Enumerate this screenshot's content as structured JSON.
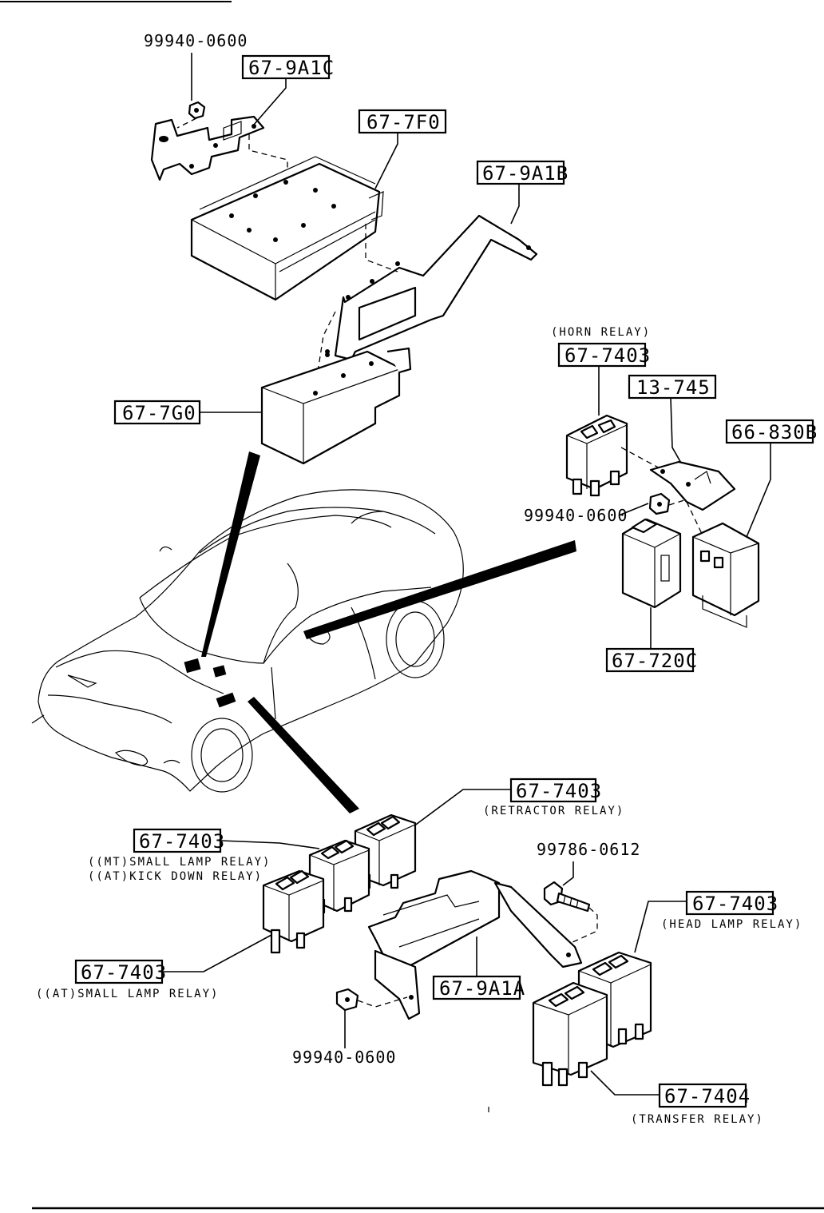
{
  "labels": {
    "nut_top": "99940-0600",
    "bracket_9a1c": "67-9A1C",
    "box_7f0": "67-7F0",
    "bracket_9a1b": "67-9A1B",
    "box_7g0": "67-7G0",
    "horn_relay_caption": "(HORN RELAY)",
    "horn_relay": "67-7403",
    "bracket_13745": "13-745",
    "unit_830b": "66-830B",
    "nut_right": "99940-0600",
    "unit_720c": "67-720C",
    "retractor_relay": "67-7403",
    "retractor_relay_caption": "(RETRACTOR RELAY)",
    "small_kick_relay": "67-7403",
    "small_kick_caption_1": "((MT)SMALL LAMP RELAY)",
    "small_kick_caption_2": "((AT)KICK DOWN RELAY)",
    "bolt": "99786-0612",
    "head_lamp_relay": "67-7403",
    "head_lamp_caption": "(HEAD LAMP RELAY)",
    "at_small_lamp_relay": "67-7403",
    "at_small_lamp_caption": "((AT)SMALL LAMP RELAY)",
    "bracket_9a1a": "67-9A1A",
    "nut_bottom": "99940-0600",
    "transfer_relay": "67-7404",
    "transfer_relay_caption": "(TRANSFER RELAY)"
  }
}
